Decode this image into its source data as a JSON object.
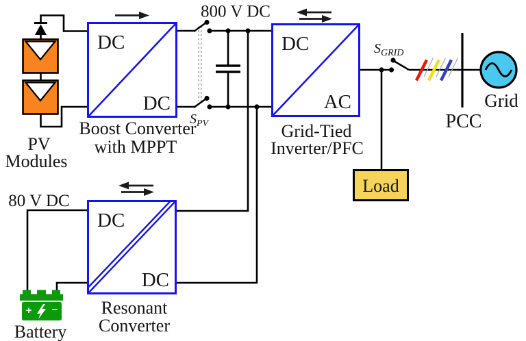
{
  "labels": {
    "bus_voltage": "800 V DC",
    "battery_voltage": "80 V DC",
    "pv_line1": "PV",
    "pv_line2": "Modules",
    "boost_caption_line1": "Boost Converter",
    "boost_caption_line2": "with MPPT",
    "inverter_caption_line1": "Grid-Tied",
    "inverter_caption_line2": "Inverter/PFC",
    "resonant_caption_line1": "Resonant",
    "resonant_caption_line2": "Converter",
    "battery": "Battery",
    "load": "Load",
    "pcc": "PCC",
    "grid": "Grid"
  },
  "blocks": {
    "boost": {
      "port_top_left": "DC",
      "port_bottom_right": "DC"
    },
    "grid_tied_inverter": {
      "port_top_left": "DC",
      "port_bottom_right": "AC"
    },
    "resonant": {
      "port_top_left": "DC",
      "port_bottom_right": "DC"
    }
  },
  "switches": {
    "spv": {
      "symbol": "S",
      "subscript": "PV"
    },
    "sgrid": {
      "symbol": "S",
      "subscript": "GRID"
    }
  },
  "battery_symbols": {
    "plus": "+",
    "minus": "−"
  },
  "colors": {
    "converter_blue": "#1414EE",
    "pv_orange": "#F9841F",
    "battery_green": "#0A9A0A",
    "load_yellow": "#F6D359",
    "grid_cyan": "#4AC9F0",
    "switch_label_red": "#A52A2A",
    "phase_red": "#E8190F",
    "phase_yellow": "#F2E30A",
    "phase_blue": "#3340C0",
    "wire_black": "#000000"
  },
  "icons": [
    "pv-module-icon",
    "blocking-diode-icon",
    "dc-bus-capacitor-icon",
    "ganged-switch-icon",
    "grid-switch-icon",
    "three-phase-slash-icon",
    "pcc-busbar-icon",
    "ac-grid-source-icon",
    "battery-icon",
    "lightning-bolt-icon",
    "power-flow-right-arrow-icon",
    "bidirectional-power-arrow-icon"
  ]
}
